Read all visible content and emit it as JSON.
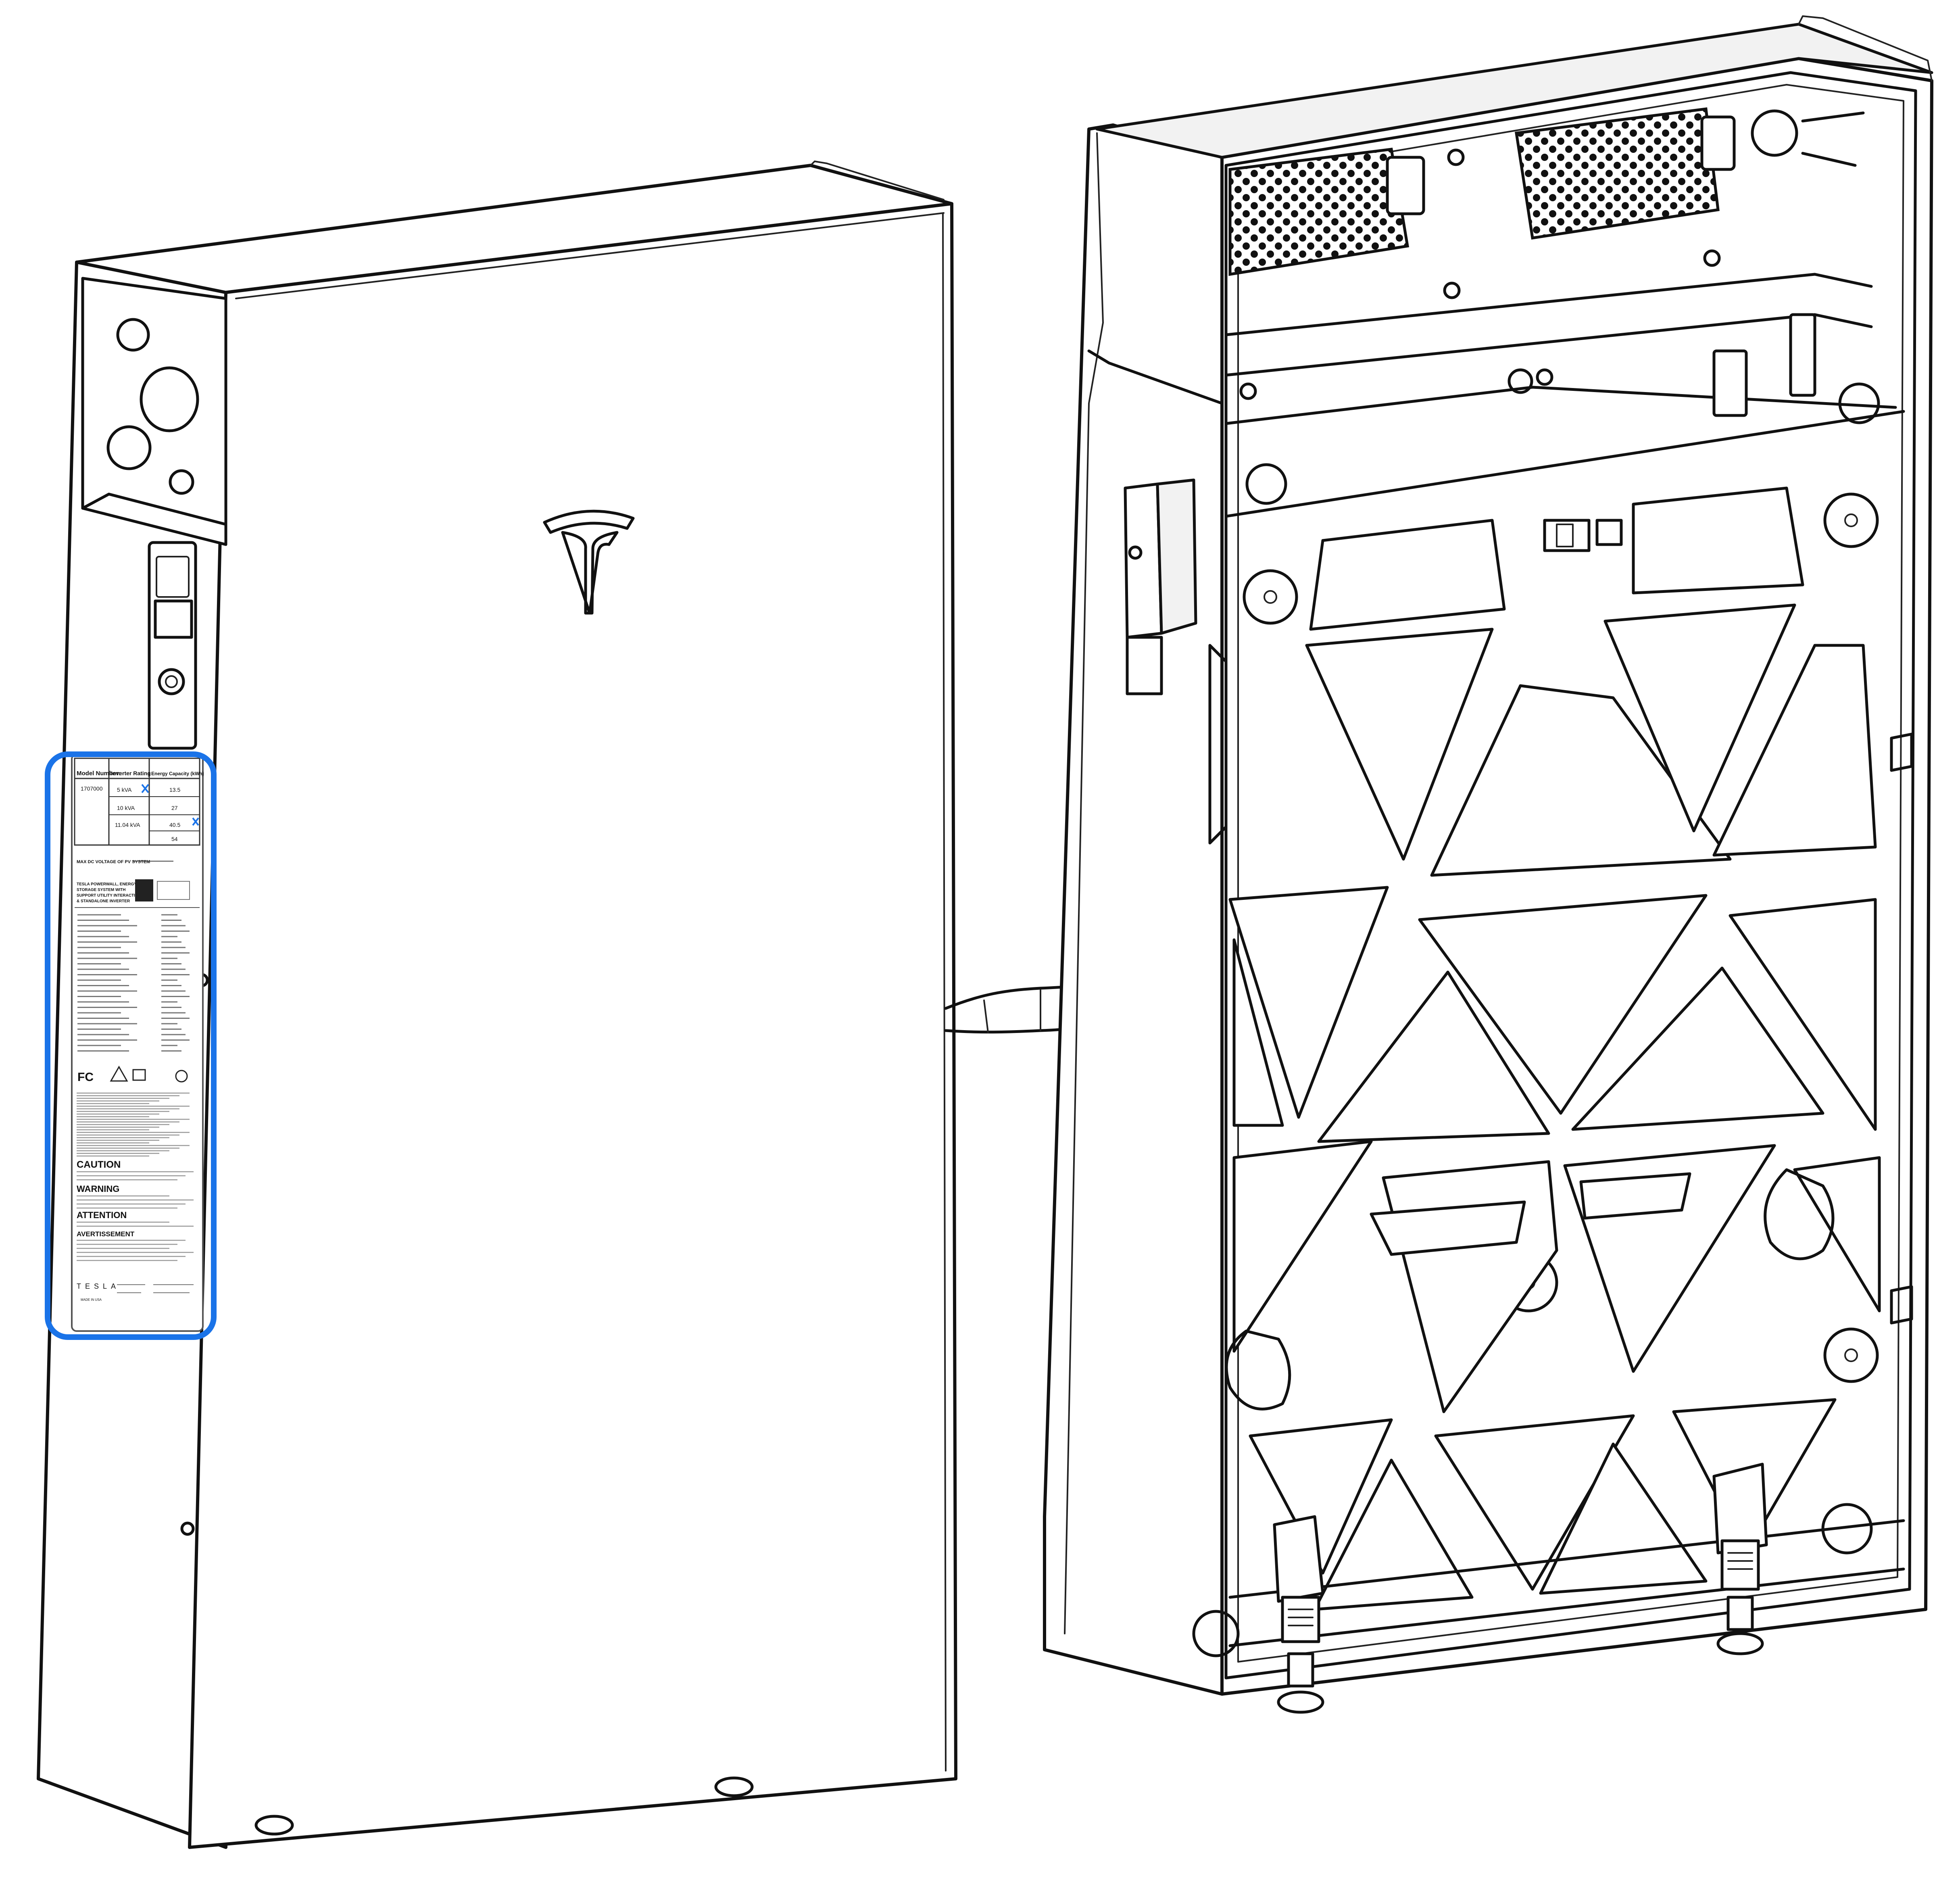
{
  "brand": "TESLA",
  "colors": {
    "highlight": "#1a73e8",
    "line": "#111111",
    "background": "#ffffff"
  },
  "label": {
    "model_header": "Model Number:",
    "model_number": "1707000",
    "inverter_header": "Inverter Rating",
    "inverter_values": [
      "5 kVA",
      "10 kVA",
      "11.04 kVA"
    ],
    "energy_header": "Energy Capacity (kWh)",
    "energy_values": [
      "13.5",
      "27",
      "40.5",
      "54"
    ],
    "max_dc": "MAX DC VOLTAGE OF PV SYSTEM",
    "product_name": "TESLA POWERWALL, ENERGY STORAGE SYSTEM WITH SUPPORT UTILITY INTERACTIVE & STANDALONE INVERTER",
    "caution": "CAUTION",
    "warning": "WARNING",
    "attention": "ATTENTION",
    "avertissement": "AVERTISSEMENT",
    "fcc": "FC",
    "footer_brand": "TESLA",
    "made_in": "MADE IN USA"
  },
  "icons": [
    "tesla-logo-icon",
    "fcc-mark-icon",
    "warning-triangle-icon",
    "manual-icon"
  ]
}
